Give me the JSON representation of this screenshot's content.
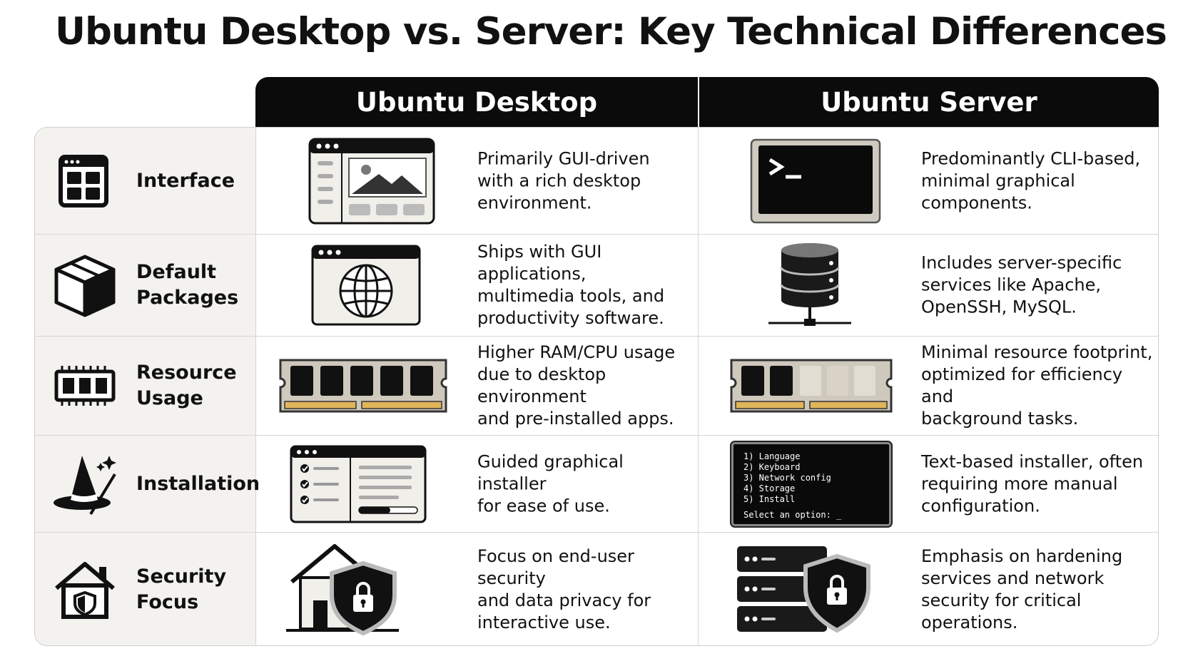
{
  "title": "Ubuntu Desktop vs. Server: Key Technical Differences",
  "columns": {
    "desktop": "Ubuntu Desktop",
    "server": "Ubuntu Server"
  },
  "rows": [
    {
      "label": "Interface",
      "icon": "grid-window-icon",
      "desktop_icon": "gui-window-icon",
      "desktop": "Primarily GUI-driven\nwith a rich desktop\nenvironment.",
      "server_icon": "terminal-icon",
      "server": "Predominantly CLI-based,\nminimal graphical\ncomponents."
    },
    {
      "label": "Default\nPackages",
      "icon": "package-box-icon",
      "desktop_icon": "browser-globe-icon",
      "desktop": "Ships with GUI applications,\nmultimedia tools, and\nproductivity software.",
      "server_icon": "database-server-icon",
      "server": "Includes server-specific\nservices like Apache,\nOpenSSH, MySQL."
    },
    {
      "label": "Resource\nUsage",
      "icon": "memory-chip-icon",
      "desktop_icon": "ram-full-icon",
      "desktop": "Higher RAM/CPU usage\ndue to desktop environment\nand pre-installed apps.",
      "server_icon": "ram-partial-icon",
      "server": "Minimal resource footprint,\noptimized for efficiency and\nbackground tasks."
    },
    {
      "label": "Installation",
      "icon": "wizard-hat-icon",
      "desktop_icon": "installer-checklist-icon",
      "desktop": "Guided graphical installer\nfor ease of use.",
      "server_icon": "text-installer-icon",
      "server": "Text-based installer, often\nrequiring more manual\nconfiguration.",
      "server_menu": [
        "1) Language",
        "2) Keyboard",
        "3) Network config",
        "4) Storage",
        "5) Install"
      ],
      "server_prompt": "Select an option: _"
    },
    {
      "label": "Security\nFocus",
      "icon": "house-shield-icon",
      "desktop_icon": "home-lock-shield-icon",
      "desktop": "Focus on end-user security\nand data privacy for\ninteractive use.",
      "server_icon": "server-rack-shield-icon",
      "server": "Emphasis on hardening\nservices and network\nsecurity for critical\noperations."
    }
  ]
}
